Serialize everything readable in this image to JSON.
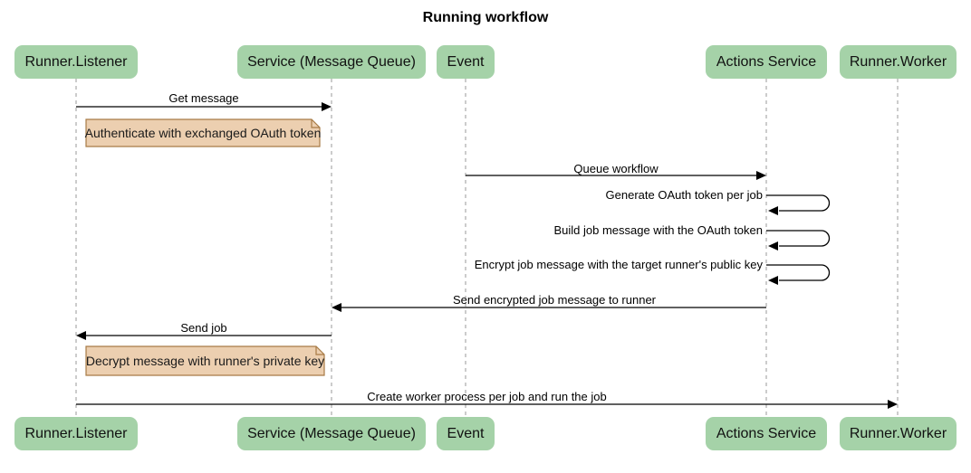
{
  "title": "Running workflow",
  "actors": [
    {
      "id": "runner-listener",
      "label": "Runner.Listener"
    },
    {
      "id": "service-message-queue",
      "label": "Service (Message Queue)"
    },
    {
      "id": "event",
      "label": "Event"
    },
    {
      "id": "actions-service",
      "label": "Actions Service"
    },
    {
      "id": "runner-worker",
      "label": "Runner.Worker"
    }
  ],
  "messages": [
    {
      "label": "Get message",
      "from": "Runner.Listener",
      "to": "Service (Message Queue)",
      "type": "arrow"
    },
    {
      "label": "Queue workflow",
      "from": "Event",
      "to": "Actions Service",
      "type": "arrow"
    },
    {
      "label": "Generate OAuth token per job",
      "from": "Actions Service",
      "to": "Actions Service",
      "type": "self-loop"
    },
    {
      "label": "Build job message with the OAuth token",
      "from": "Actions Service",
      "to": "Actions Service",
      "type": "self-loop"
    },
    {
      "label": "Encrypt job message with the target runner's public key",
      "from": "Actions Service",
      "to": "Actions Service",
      "type": "self-loop"
    },
    {
      "label": "Send encrypted job message to runner",
      "from": "Actions Service",
      "to": "Service (Message Queue)",
      "type": "arrow"
    },
    {
      "label": "Send job",
      "from": "Service (Message Queue)",
      "to": "Runner.Listener",
      "type": "arrow"
    },
    {
      "label": "Create worker process per job and run the job",
      "from": "Runner.Listener",
      "to": "Runner.Worker",
      "type": "arrow"
    }
  ],
  "notes": [
    {
      "label": "Authenticate with exchanged OAuth token"
    },
    {
      "label": "Decrypt message with runner's private key"
    }
  ],
  "colors": {
    "actor_fill": "#a5d2a8",
    "note_fill": "#eccfb0",
    "note_border": "#a87b46",
    "lifeline": "#999999",
    "arrow": "#000000",
    "background": "#ffffff",
    "text": "#000000"
  }
}
